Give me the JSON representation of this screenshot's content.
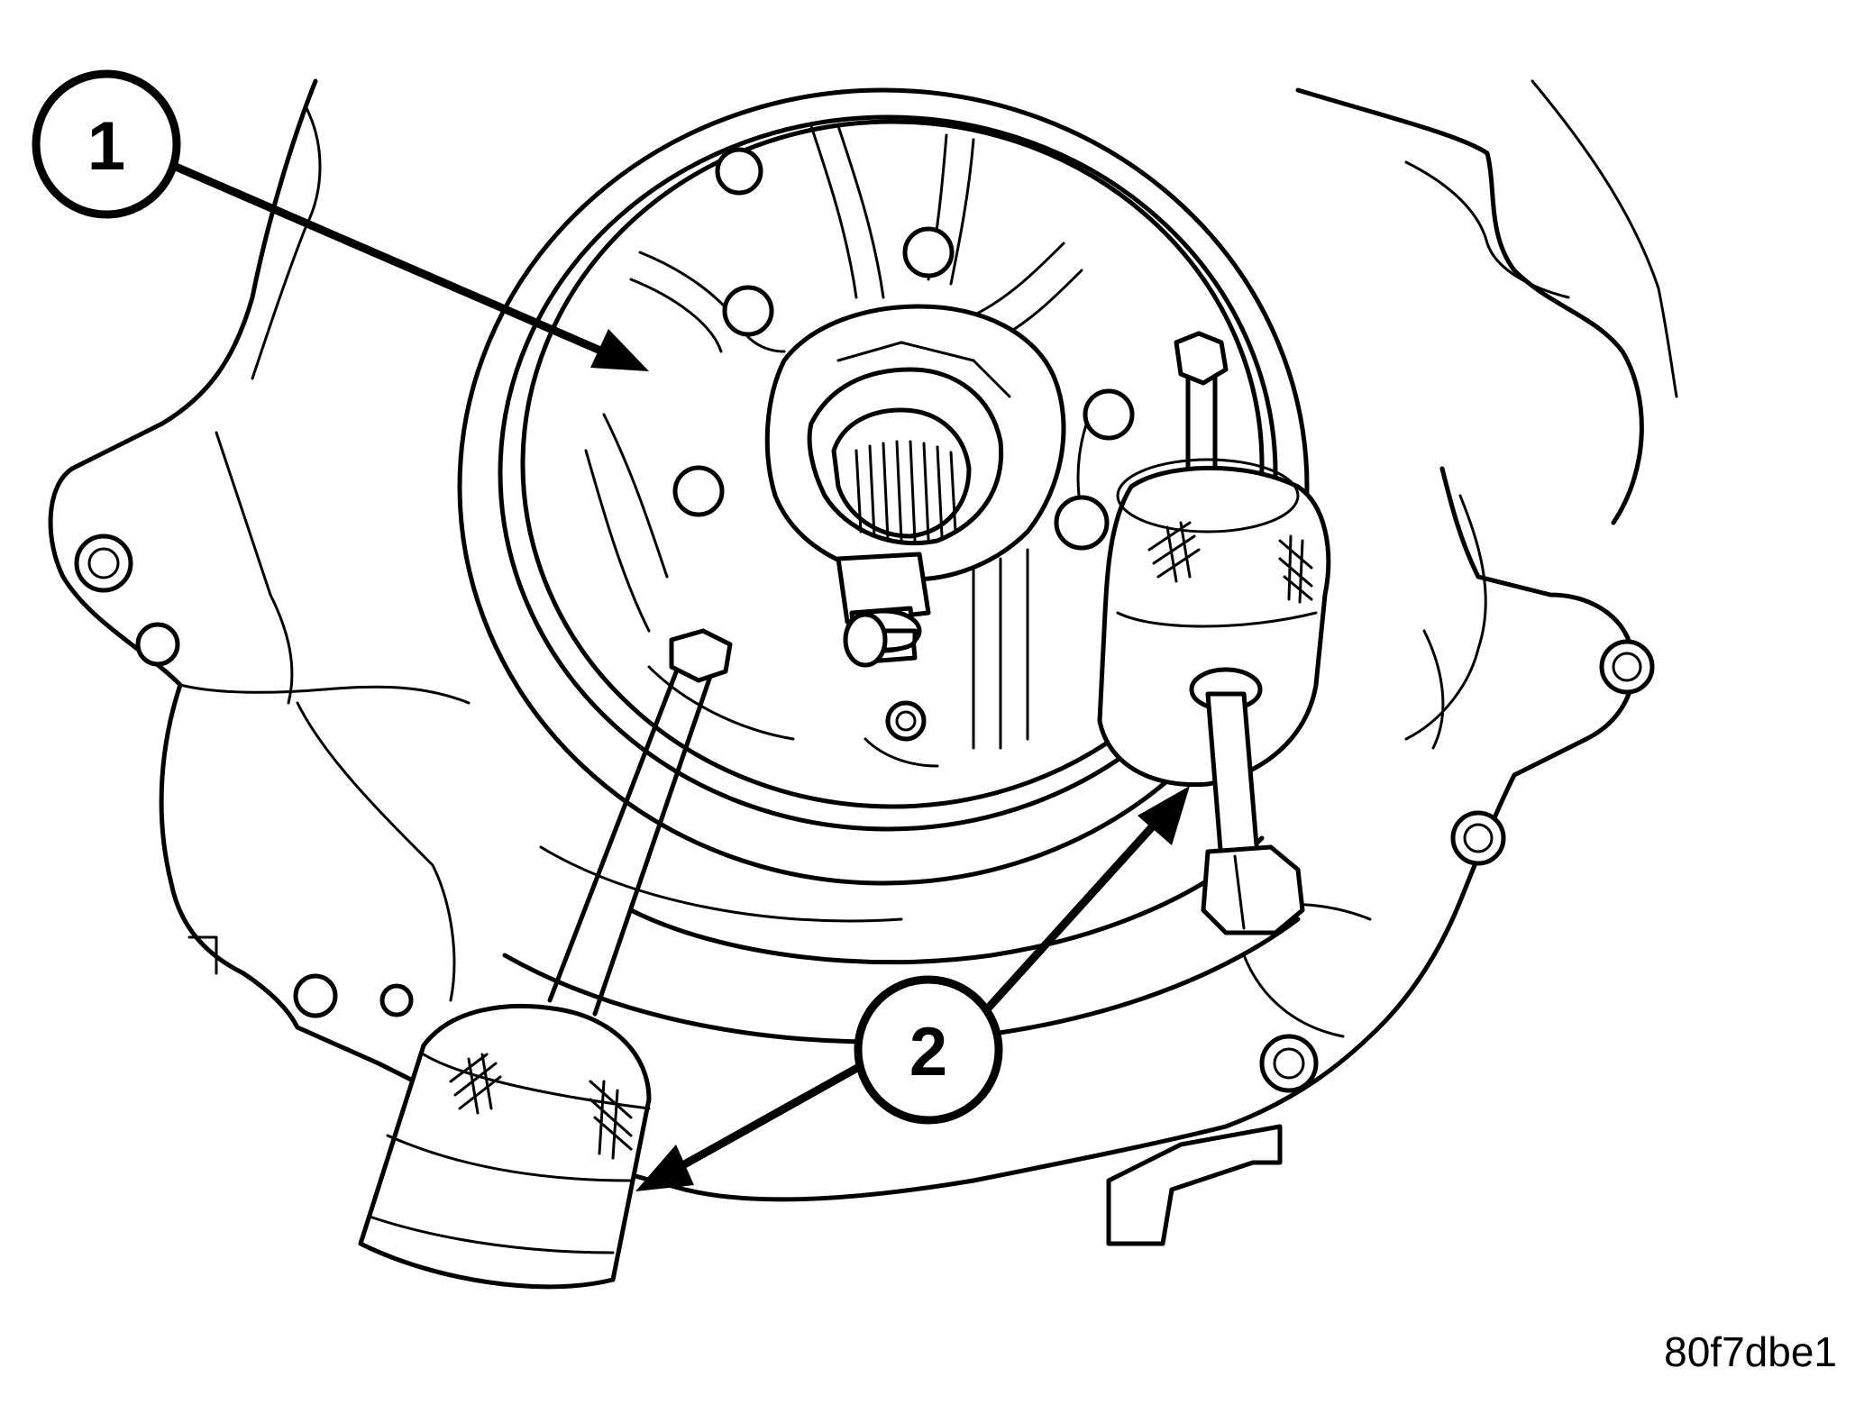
{
  "callouts": [
    {
      "label": "1"
    },
    {
      "label": "2"
    }
  ],
  "figure_id": "80f7dbe1"
}
